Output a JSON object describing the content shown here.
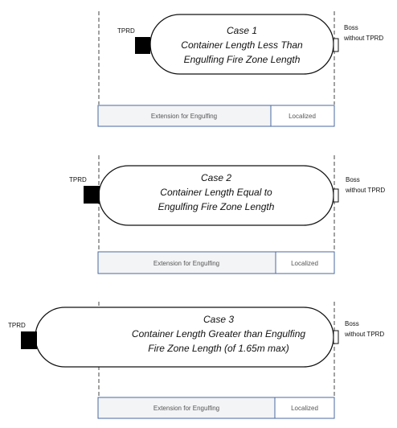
{
  "colors": {
    "ink": "#111111",
    "zone_fill": "#f3f4f6",
    "zone_stroke": "#4a6aa0",
    "dashed_line": "#444444"
  },
  "labels": {
    "tprd": "TPRD",
    "boss_line1": "Boss",
    "boss_line2": "without TPRD"
  },
  "bar": {
    "extension": "Extension for Engulfing",
    "localized": "Localized"
  },
  "cases": [
    {
      "title": "Case 1",
      "line1": "Container Length Less Than",
      "line2": "Engulfing Fire Zone Length"
    },
    {
      "title": "Case 2",
      "line1": "Container Length Equal to",
      "line2": "Engulfing Fire Zone Length"
    },
    {
      "title": "Case 3",
      "line1": "Container Length Greater than Engulfing",
      "line2": "Fire Zone Length (of 1.65m max)"
    }
  ]
}
